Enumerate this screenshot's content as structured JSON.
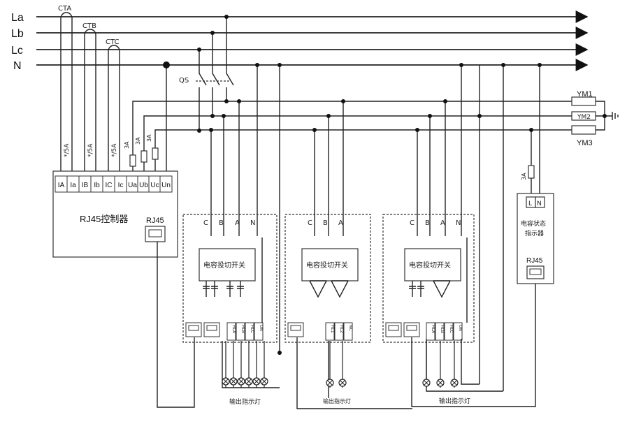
{
  "lines": {
    "la": "La",
    "lb": "Lb",
    "lc": "Lc",
    "n": "N"
  },
  "ct": {
    "a": "CTA",
    "b": "CTB",
    "c": "CTC",
    "rating": "*/5A"
  },
  "fuse_rating": "3A",
  "switch_qs": "QS",
  "controller": {
    "terminals": [
      "IA",
      "Ia",
      "IB",
      "Ib",
      "IC",
      "Ic",
      "Ua",
      "Ub",
      "Uc",
      "Un"
    ],
    "title": "RJ45控制器",
    "port": "RJ45"
  },
  "module": {
    "phases4": [
      "C",
      "B",
      "A",
      "N"
    ],
    "phases3": [
      "C",
      "B",
      "A"
    ],
    "title": "电容投切开关",
    "out_terms_1": [
      "HLA",
      "HLB",
      "HLC",
      "UN"
    ],
    "out_terms_2": [
      "HL1",
      "HL2",
      "NC"
    ],
    "out_terms_3": [
      "HLA",
      "HLB",
      "HLC",
      "UN"
    ]
  },
  "lamp_label": "输出指示灯",
  "status": {
    "title1": "电容状态",
    "title2": "指示器",
    "port": "RJ45",
    "l": "L",
    "n": "N"
  },
  "ym": [
    "YM1",
    "YM2",
    "YM3"
  ]
}
